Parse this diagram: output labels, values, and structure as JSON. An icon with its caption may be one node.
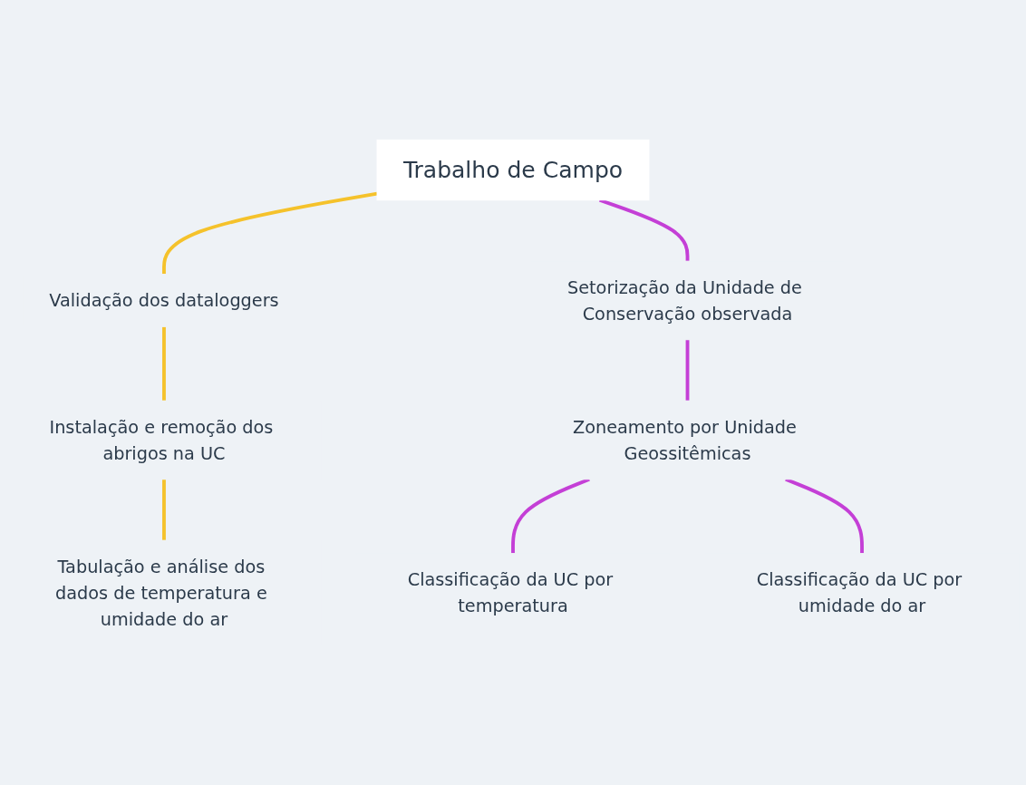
{
  "diagram": {
    "nodes": [
      {
        "text": [
          "Trabalho de Campo"
        ]
      },
      {
        "text": [
          "Validação dos dataloggers"
        ]
      },
      {
        "text": [
          "Setorização da Unidade de Conservação observada"
        ]
      },
      {
        "text": [
          "Instalação e remoção dos abrigos na UC"
        ]
      },
      {
        "text": [
          "Tabulação e análise dos dados de temperatura e umidade do ar"
        ]
      },
      {
        "text": [
          "Zoneamento por Unidade Geossitêmicas"
        ]
      },
      {
        "text": [
          "Classificação da UC por temperatura"
        ]
      },
      {
        "text": [
          "Classificação da UC por umidade do ar"
        ]
      }
    ],
    "edges": [
      {
        "from": 0,
        "to": 1,
        "arrow": "none",
        "color": "#f5c22b"
      },
      {
        "from": 0,
        "to": 2,
        "arrow": "none",
        "color": "#c43fd6"
      },
      {
        "from": 1,
        "to": 3,
        "arrow": "none",
        "color": "#f5c22b"
      },
      {
        "from": 3,
        "to": 4,
        "arrow": "none",
        "color": "#f5c22b"
      },
      {
        "from": 2,
        "to": 5,
        "arrow": "none",
        "color": "#c43fd6"
      },
      {
        "from": 5,
        "to": 6,
        "arrow": "none",
        "color": "#c43fd6"
      },
      {
        "from": 5,
        "to": 7,
        "arrow": "none",
        "color": "#c43fd6"
      }
    ]
  }
}
